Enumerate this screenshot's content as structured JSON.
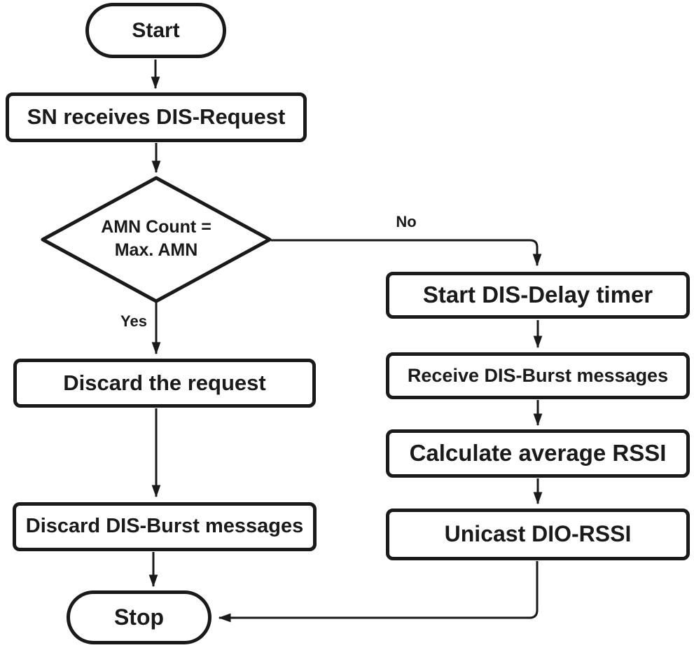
{
  "colors": {
    "stroke": "#1a1a1a",
    "background": "#ffffff"
  },
  "nodes": {
    "start": "Start",
    "sn_receives": "SN receives DIS-Request",
    "decision_line1": "AMN Count =",
    "decision_line2": "Max. AMN",
    "start_timer": "Start DIS-Delay timer",
    "receive_burst": "Receive DIS-Burst messages",
    "calc_rssi": "Calculate average RSSI",
    "unicast": "Unicast DIO-RSSI",
    "discard_request": "Discard the request",
    "discard_burst": "Discard DIS-Burst messages",
    "stop": "Stop"
  },
  "edge_labels": {
    "no": "No",
    "yes": "Yes"
  },
  "edges": [
    {
      "from": "start",
      "to": "sn_receives",
      "label": ""
    },
    {
      "from": "sn_receives",
      "to": "decision",
      "label": ""
    },
    {
      "from": "decision",
      "to": "start_timer",
      "label": "No"
    },
    {
      "from": "decision",
      "to": "discard_request",
      "label": "Yes"
    },
    {
      "from": "start_timer",
      "to": "receive_burst",
      "label": ""
    },
    {
      "from": "receive_burst",
      "to": "calc_rssi",
      "label": ""
    },
    {
      "from": "calc_rssi",
      "to": "unicast",
      "label": ""
    },
    {
      "from": "unicast",
      "to": "stop",
      "label": ""
    },
    {
      "from": "discard_request",
      "to": "discard_burst",
      "label": ""
    },
    {
      "from": "discard_burst",
      "to": "stop",
      "label": ""
    }
  ]
}
